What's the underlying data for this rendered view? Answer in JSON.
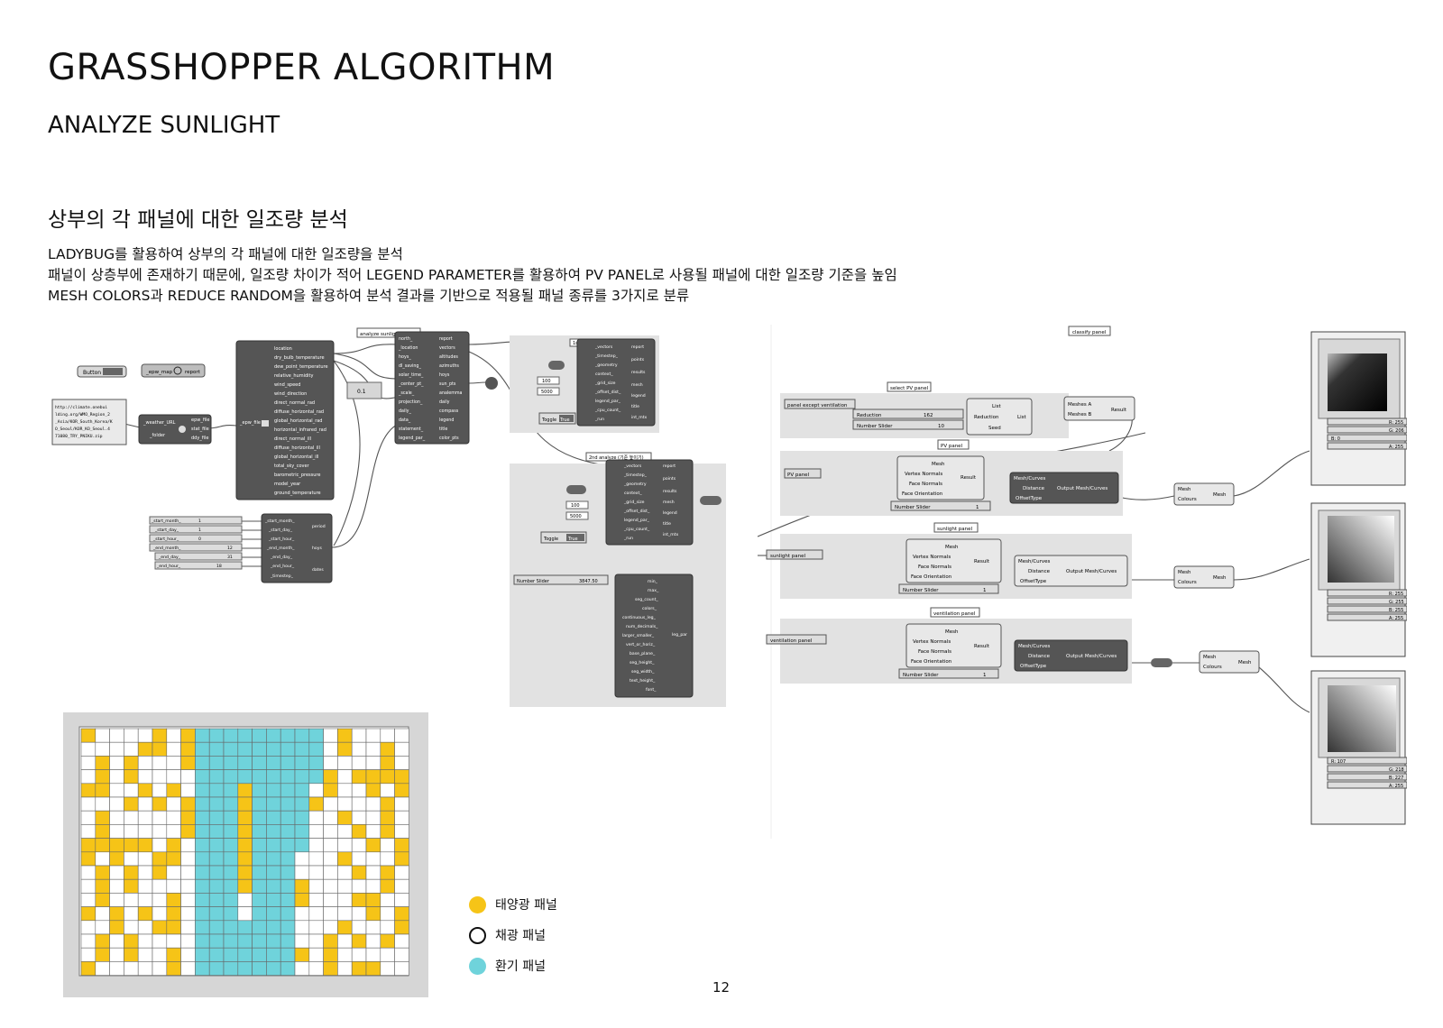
{
  "header": {
    "title": "GRASSHOPPER ALGORITHM",
    "subtitle": "ANALYZE SUNLIGHT"
  },
  "section": {
    "heading": "상부의 각 패널에 대한 일조량 분석",
    "lines": [
      "LADYBUG를 활용하여 상부의 각 패널에 대한 일조량을 분석",
      "패널이 상층부에 존재하기 때문에, 일조량 차이가 적어 LEGEND PARAMETER를 활용하여 PV PANEL로 사용될 패널에 대한 일조량 기준을 높임",
      "MESH COLORS과 REDUCE RANDOM을 활용하여 분석 결과를 기반으로 적용될 패널 종류를 3가지로 분류"
    ]
  },
  "colors": {
    "solar": "#f6c417",
    "daylight": "#ffffff",
    "ventilation": "#6fd3db",
    "node": "#4e4e4e",
    "group": "#e4e4e4"
  },
  "legend": {
    "items": [
      {
        "label": "태양광 패널"
      },
      {
        "label": "채광 패널"
      },
      {
        "label": "환기 패널"
      }
    ]
  },
  "page_number": "12",
  "gh_left": {
    "button_label": "Button",
    "epw_map_label": "_epw_map",
    "report_label": "report",
    "url_lines": [
      "http://climate.onebui",
      "lding.org/WMO_Region_2",
      "_Asia/KOR_South_Korea/K",
      "O_Seoul/KOR_KO_Seoul.4",
      "71080_TRY_PNIKU.zip"
    ],
    "weather_url": "_weather_URL",
    "folder": "_folder",
    "weather_outputs": [
      "epw_file",
      "stat_file",
      "ddy_file"
    ],
    "epw_file": "_epw_file",
    "import_epw_outputs": [
      "location",
      "dry_bulb_temperature",
      "dew_point_temperature",
      "relative_humidity",
      "wind_speed",
      "wind_direction",
      "direct_normal_rad",
      "diffuse_horizontal_rad",
      "global_horizontal_rad",
      "horizontal_infrared_rad",
      "direct_normal_ill",
      "diffuse_horizontal_ill",
      "global_horizontal_ill",
      "total_sky_cover",
      "barometric_pressure",
      "model_year",
      "ground_temperature"
    ],
    "analyze_label": "analyze sunlight",
    "sunpath_inputs": [
      "north_",
      "_location",
      "hoys_",
      "dl_saving_",
      "solar_time_",
      "_center_pt_",
      "_scale_",
      "projection_",
      "daily_",
      "data_",
      "statement_",
      "legend_par_"
    ],
    "sunpath_outputs": [
      "report",
      "vectors",
      "altitudes",
      "azimuths",
      "hoys",
      "sun_pts",
      "analemma",
      "daily",
      "compass",
      "legend",
      "title",
      "color_pts"
    ],
    "scale_value": "0.1",
    "period_sliders": [
      {
        "name": "_start_month_",
        "value": "1"
      },
      {
        "name": "_start_day_",
        "value": "1"
      },
      {
        "name": "_start_hour_",
        "value": "0"
      },
      {
        "name": "_end_month_",
        "value": "12"
      },
      {
        "name": "_end_day_",
        "value": "31"
      },
      {
        "name": "_end_hour_",
        "value": "18"
      }
    ],
    "period_inputs": [
      "_start_month_",
      "_start_day_",
      "_start_hour_",
      "_end_month_",
      "_end_day_",
      "_end_hour_",
      "_timestep_"
    ],
    "period_outputs": [
      "period",
      "hoys",
      "dates"
    ],
    "first_label": "1st",
    "analysis_inputs": [
      "_vectors",
      "_timestep_",
      "_geometry",
      "context_",
      "_grid_size",
      "_offset_dist_",
      "legend_par_",
      "_cpu_count_",
      "_run"
    ],
    "analysis_outputs": [
      "report",
      "points",
      "results",
      "mesh",
      "legend",
      "title",
      "int_mtx"
    ],
    "grid_values": [
      "100",
      "5000"
    ],
    "toggle_label": "Toggle",
    "toggle_value": "True",
    "second_label": "2nd analyze (기준 높이기)",
    "slider_label": "Number Slider",
    "slider_value": "3847.50",
    "legend_par_inputs": [
      "min_",
      "max_",
      "seg_count_",
      "colors_",
      "continuous_leg_",
      "num_decimals_",
      "larger_smaller_",
      "vert_or_horiz_",
      "base_plane_",
      "seg_height_",
      "seg_width_",
      "text_height_",
      "font_"
    ],
    "legend_par_output": "leg_par"
  },
  "gh_right": {
    "classify_label": "classify panel",
    "select_label": "select PV panel",
    "panel_except": "panel except ventilation",
    "reduction_label": "Reduction",
    "reduction_value": "162",
    "slider_label": "Number Slider",
    "slider_10": "10",
    "slider_1": "1",
    "list_inputs": [
      "List",
      "Reduction",
      "Seed"
    ],
    "list_output": "List",
    "mesh_a": "Meshes A",
    "mesh_b": "Meshes B",
    "result": "Result",
    "pv_group": "PV panel",
    "pv_param": "PV panel",
    "sunlight_group": "sunlight panel",
    "sunlight_param": "sunlight panel",
    "vent_group": "ventilation panel",
    "vent_param": "ventilation panel",
    "flip_inputs": [
      "Mesh",
      "Vertex Normals",
      "Face Normals",
      "Face Orientation"
    ],
    "curves_inputs": [
      "Mesh/Curves",
      "Distance",
      "OffsetType"
    ],
    "curves_output": "Output Mesh/Curves",
    "mesh_colour_inputs": [
      "Mesh",
      "Colours"
    ],
    "mesh_output": "Mesh",
    "swatches": [
      {
        "r": "R: 255",
        "g": "G: 206",
        "b": "B: 0",
        "a": "A: 255"
      },
      {
        "r": "R: 255",
        "g": "G: 255",
        "b": "B: 255",
        "a": "A: 255"
      },
      {
        "r": "R: 107",
        "g": "G: 218",
        "b": "B: 227",
        "a": "A: 255"
      }
    ]
  }
}
